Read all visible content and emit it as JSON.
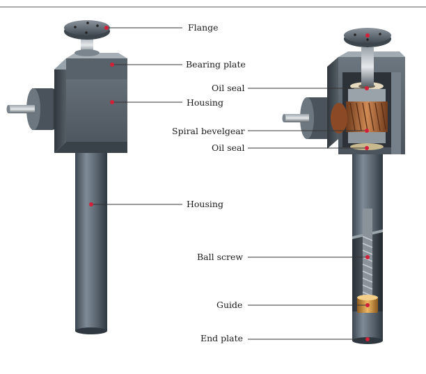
{
  "labels": {
    "flange": "Flange",
    "bearing_plate": "Bearing plate",
    "housing_top": "Housing",
    "oil_seal_top": "Oil seal",
    "spiral_bevelgear": "Spiral bevelgear",
    "oil_seal_bottom": "Oil seal",
    "housing_tube": "Housing",
    "ball_screw": "Ball screw",
    "guide": "Guide",
    "end_plate": "End plate"
  },
  "colors": {
    "marker": "#d0203a",
    "leader": "#333333",
    "steel": "#5d6872",
    "gear": "#b06a3a",
    "brass": "#c98a3c"
  }
}
